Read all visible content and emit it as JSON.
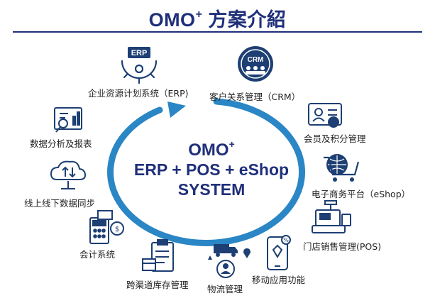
{
  "title": {
    "main": "OMO",
    "sup": "+",
    "rest": " 方案介紹"
  },
  "center": {
    "line1": "OMO",
    "line1_sup": "+",
    "line2": "ERP + POS + eShop",
    "line3": "SYSTEM"
  },
  "icons": {
    "erp_badge": "ERP",
    "crm_badge": "CRM"
  },
  "modules": {
    "erp": "企业资源计划系统（ERP)",
    "crm": "客户关系管理（CRM）",
    "member": "会员及积分管理",
    "eshop": "电子商务平台（eShop）",
    "pos": "门店销售管理(POS)",
    "mobile": "移动应用功能",
    "logistics": "物流管理",
    "inventory": "跨渠道库存管理",
    "accounting": "会计系统",
    "sync": "线上线下数据同步",
    "analysis": "数据分析及报表"
  },
  "colors": {
    "navy": "#1f2f7a",
    "ring": "#2a86c4",
    "icon": "#1d3f73"
  }
}
